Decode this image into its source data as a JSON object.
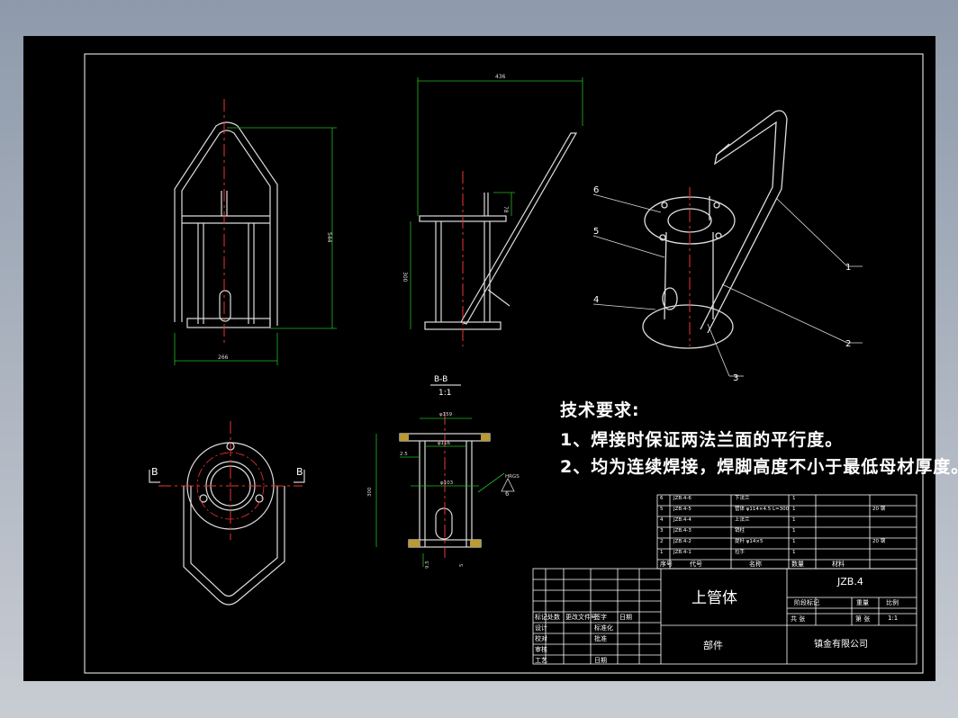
{
  "requirements": {
    "heading": "技术要求:",
    "items": [
      "1、焊接时保证两法兰面的平行度。",
      "2、均为连续焊接，焊脚高度不小于最低母材厚度。"
    ]
  },
  "callouts": [
    "1",
    "2",
    "3",
    "4",
    "5",
    "6"
  ],
  "section": {
    "label": "B-B",
    "scale": "1:1",
    "marker": "B"
  },
  "dimensions": {
    "front_height": "544",
    "front_width": "266",
    "side_top": "436",
    "side_height": "300",
    "side_pin": "78",
    "sec_dia_top": "φ159",
    "sec_dia_mid": "φ116",
    "sec_height": "300",
    "sec_dia_bot": "φ103",
    "sec_left": "2.5",
    "sec_bottom_left": "9.5",
    "sec_bottom_right": "5",
    "weld_size": "6",
    "weld_note": "HRGS"
  },
  "title_block": {
    "part_name": "上管体",
    "drawing_no": "JZB.4",
    "category": "部件",
    "company": "镇金有限公司",
    "headers": {
      "seq": "序号",
      "code": "代号",
      "name": "名称",
      "qty": "数量",
      "material": "材料"
    },
    "weight_label": "重量",
    "scale_label": "比例",
    "scale_value": "1:1",
    "stage_label": "阶段标记",
    "sheets_label": "共 张",
    "sheet_label": "第 张",
    "roles": [
      "设计",
      "校对",
      "审核",
      "工艺"
    ],
    "std_label": "标准化",
    "approve_label": "批准",
    "date_label": "日期",
    "rev_headers": [
      "标记",
      "处数",
      "更改文件号",
      "签字",
      "日期"
    ]
  },
  "bom": [
    {
      "seq": "6",
      "code": "JZB.4-6",
      "name": "下法兰",
      "qty": "1",
      "material": ""
    },
    {
      "seq": "5",
      "code": "JZB.4-5",
      "name": "管体 φ114×4.5 L=300",
      "qty": "1",
      "material": "20 钢"
    },
    {
      "seq": "4",
      "code": "JZB.4-4",
      "name": "上法兰",
      "qty": "1",
      "material": ""
    },
    {
      "seq": "3",
      "code": "JZB.4-3",
      "name": "销柱",
      "qty": "1",
      "material": ""
    },
    {
      "seq": "2",
      "code": "JZB.4-2",
      "name": "提杆 φ14×5",
      "qty": "1",
      "material": "20 钢"
    },
    {
      "seq": "1",
      "code": "JZB.4-1",
      "name": "拉手",
      "qty": "1",
      "material": ""
    }
  ]
}
